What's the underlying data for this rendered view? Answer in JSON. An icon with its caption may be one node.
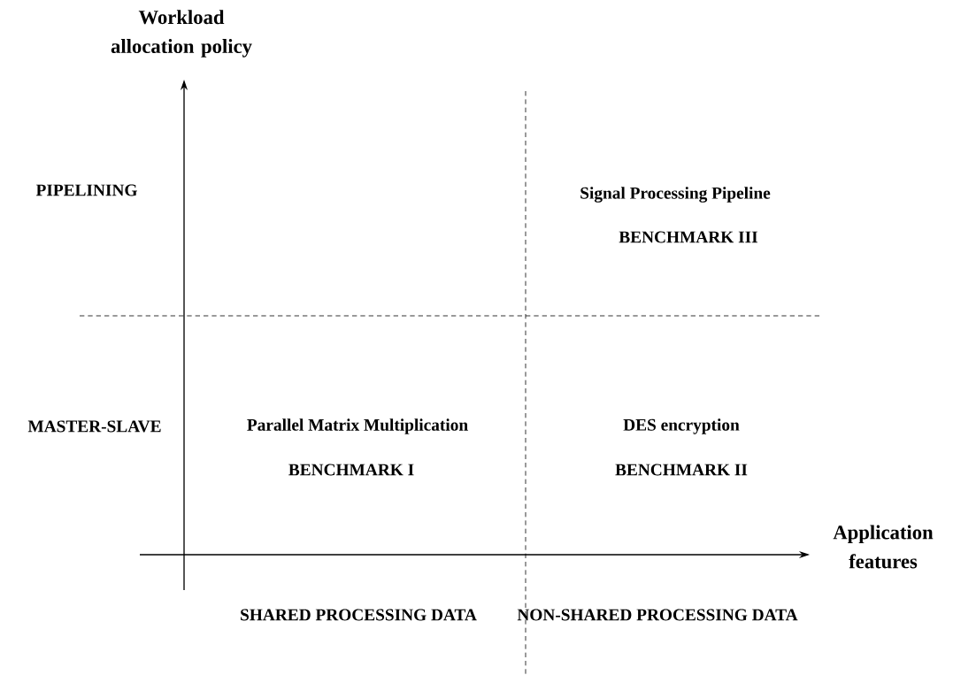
{
  "diagram": {
    "labels": [
      "Workload allocation policy",
      "PIPELINING",
      "Signal Processing Pipeline",
      "BENCHMARK III",
      "MASTER-SLAVE",
      "Parallel Matrix Multiplication",
      "DES encryption",
      "BENCHMARK I",
      "BENCHMARK II",
      "Application features",
      "SHARED PROCESSING DATA",
      "NON-SHARED PROCESSING DATA"
    ]
  }
}
